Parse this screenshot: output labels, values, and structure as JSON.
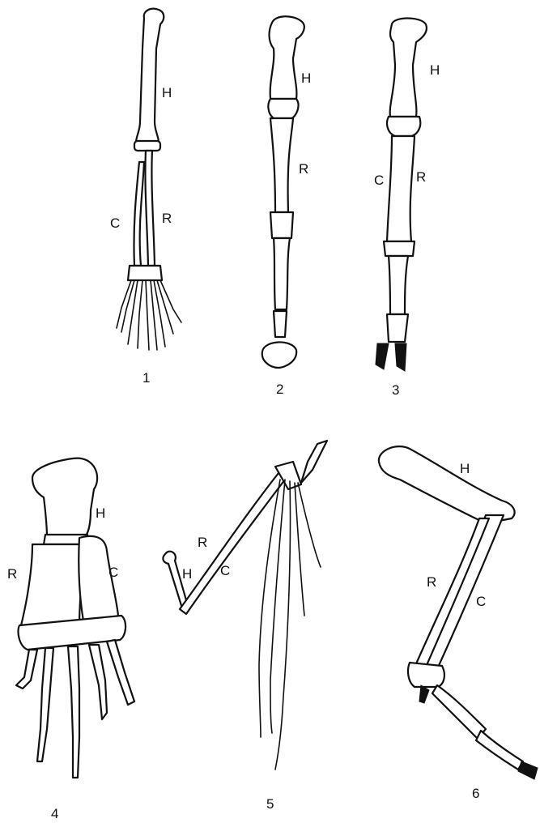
{
  "limbs": [
    {
      "number": "1",
      "labels": [
        "H",
        "C",
        "R"
      ]
    },
    {
      "number": "2",
      "labels": [
        "H",
        "R"
      ]
    },
    {
      "number": "3",
      "labels": [
        "H",
        "C",
        "R"
      ]
    },
    {
      "number": "4",
      "labels": [
        "H",
        "R",
        "C"
      ]
    },
    {
      "number": "5",
      "labels": [
        "R",
        "H",
        "C"
      ]
    },
    {
      "number": "6",
      "labels": [
        "H",
        "R",
        "C"
      ]
    }
  ]
}
